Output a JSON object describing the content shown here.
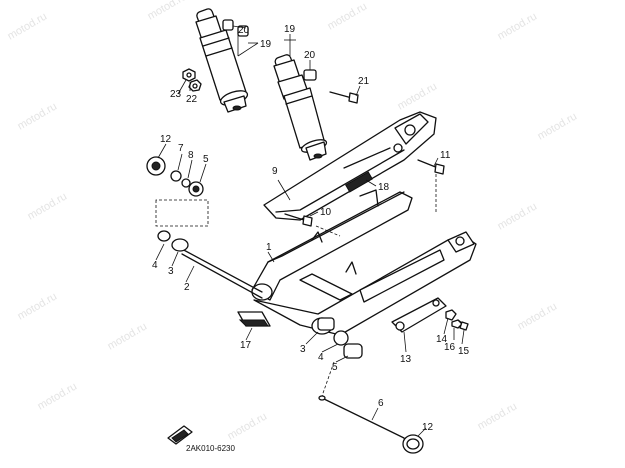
{
  "watermark": "motod.ru",
  "diagram_code": "2AK010-6230",
  "callouts": {
    "c1": "1",
    "c2": "2",
    "c3a": "3",
    "c3b": "3",
    "c4a": "4",
    "c4b": "4",
    "c5a": "5",
    "c5b": "5",
    "c6": "6",
    "c7": "7",
    "c8": "8",
    "c9": "9",
    "c10": "10",
    "c11": "11",
    "c12a": "12",
    "c12b": "12",
    "c13": "13",
    "c14": "14",
    "c15": "15",
    "c16": "16",
    "c17": "17",
    "c18": "18",
    "c19a": "19",
    "c19b": "19",
    "c20a": "20",
    "c20b": "20",
    "c21": "21",
    "c22": "22",
    "c23": "23"
  }
}
